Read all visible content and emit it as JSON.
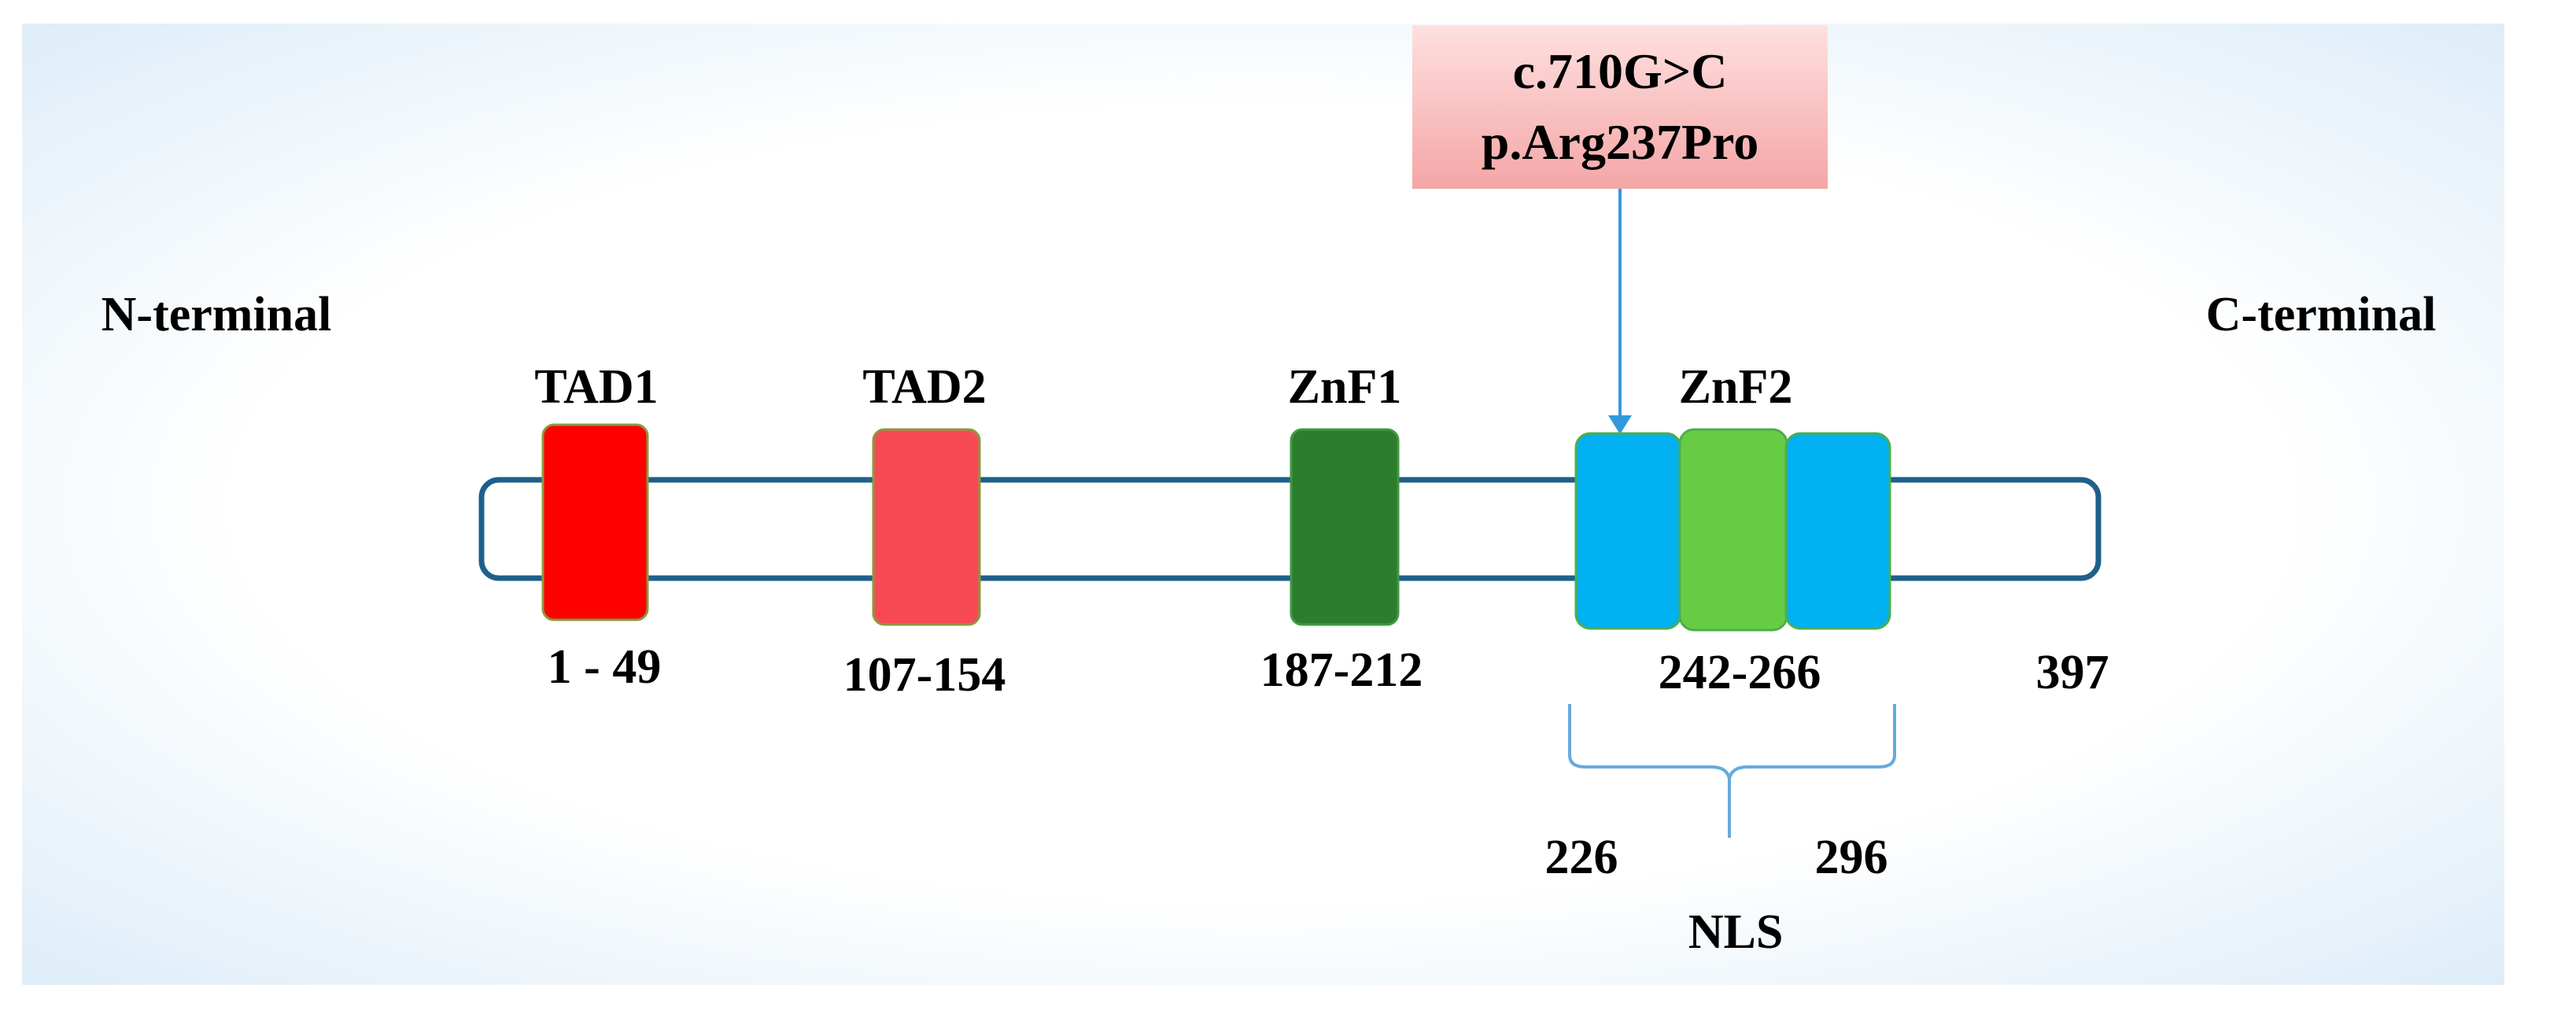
{
  "terminals": {
    "n_label": "N-terminal",
    "c_label": "C-terminal",
    "end_position": "397"
  },
  "mutation": {
    "line1": "c.710G>C",
    "line2": "p.Arg237Pro"
  },
  "domains": [
    {
      "name": "TAD1",
      "range": "1 - 49"
    },
    {
      "name": "TAD2",
      "range": "107-154"
    },
    {
      "name": "ZnF1",
      "range": "187-212"
    },
    {
      "name": "ZnF2",
      "range": "242-266"
    }
  ],
  "nls": {
    "label": "NLS",
    "start": "226",
    "end": "296"
  },
  "colors": {
    "background_edge": "#d9eaf7",
    "background_center": "#ffffff",
    "protein_outline": "#1f5f8b",
    "tad1": "#ff0000",
    "tad2": "#f84a55",
    "znf1": "#2e7d2e",
    "znf2_side": "#00b0f0",
    "znf2_center": "#66cc44",
    "mutation_box_top": "#ffe0e0",
    "mutation_box_bottom": "#f4a6a6",
    "pointer": "#3399dd",
    "nls_bracket": "#66aadd"
  }
}
